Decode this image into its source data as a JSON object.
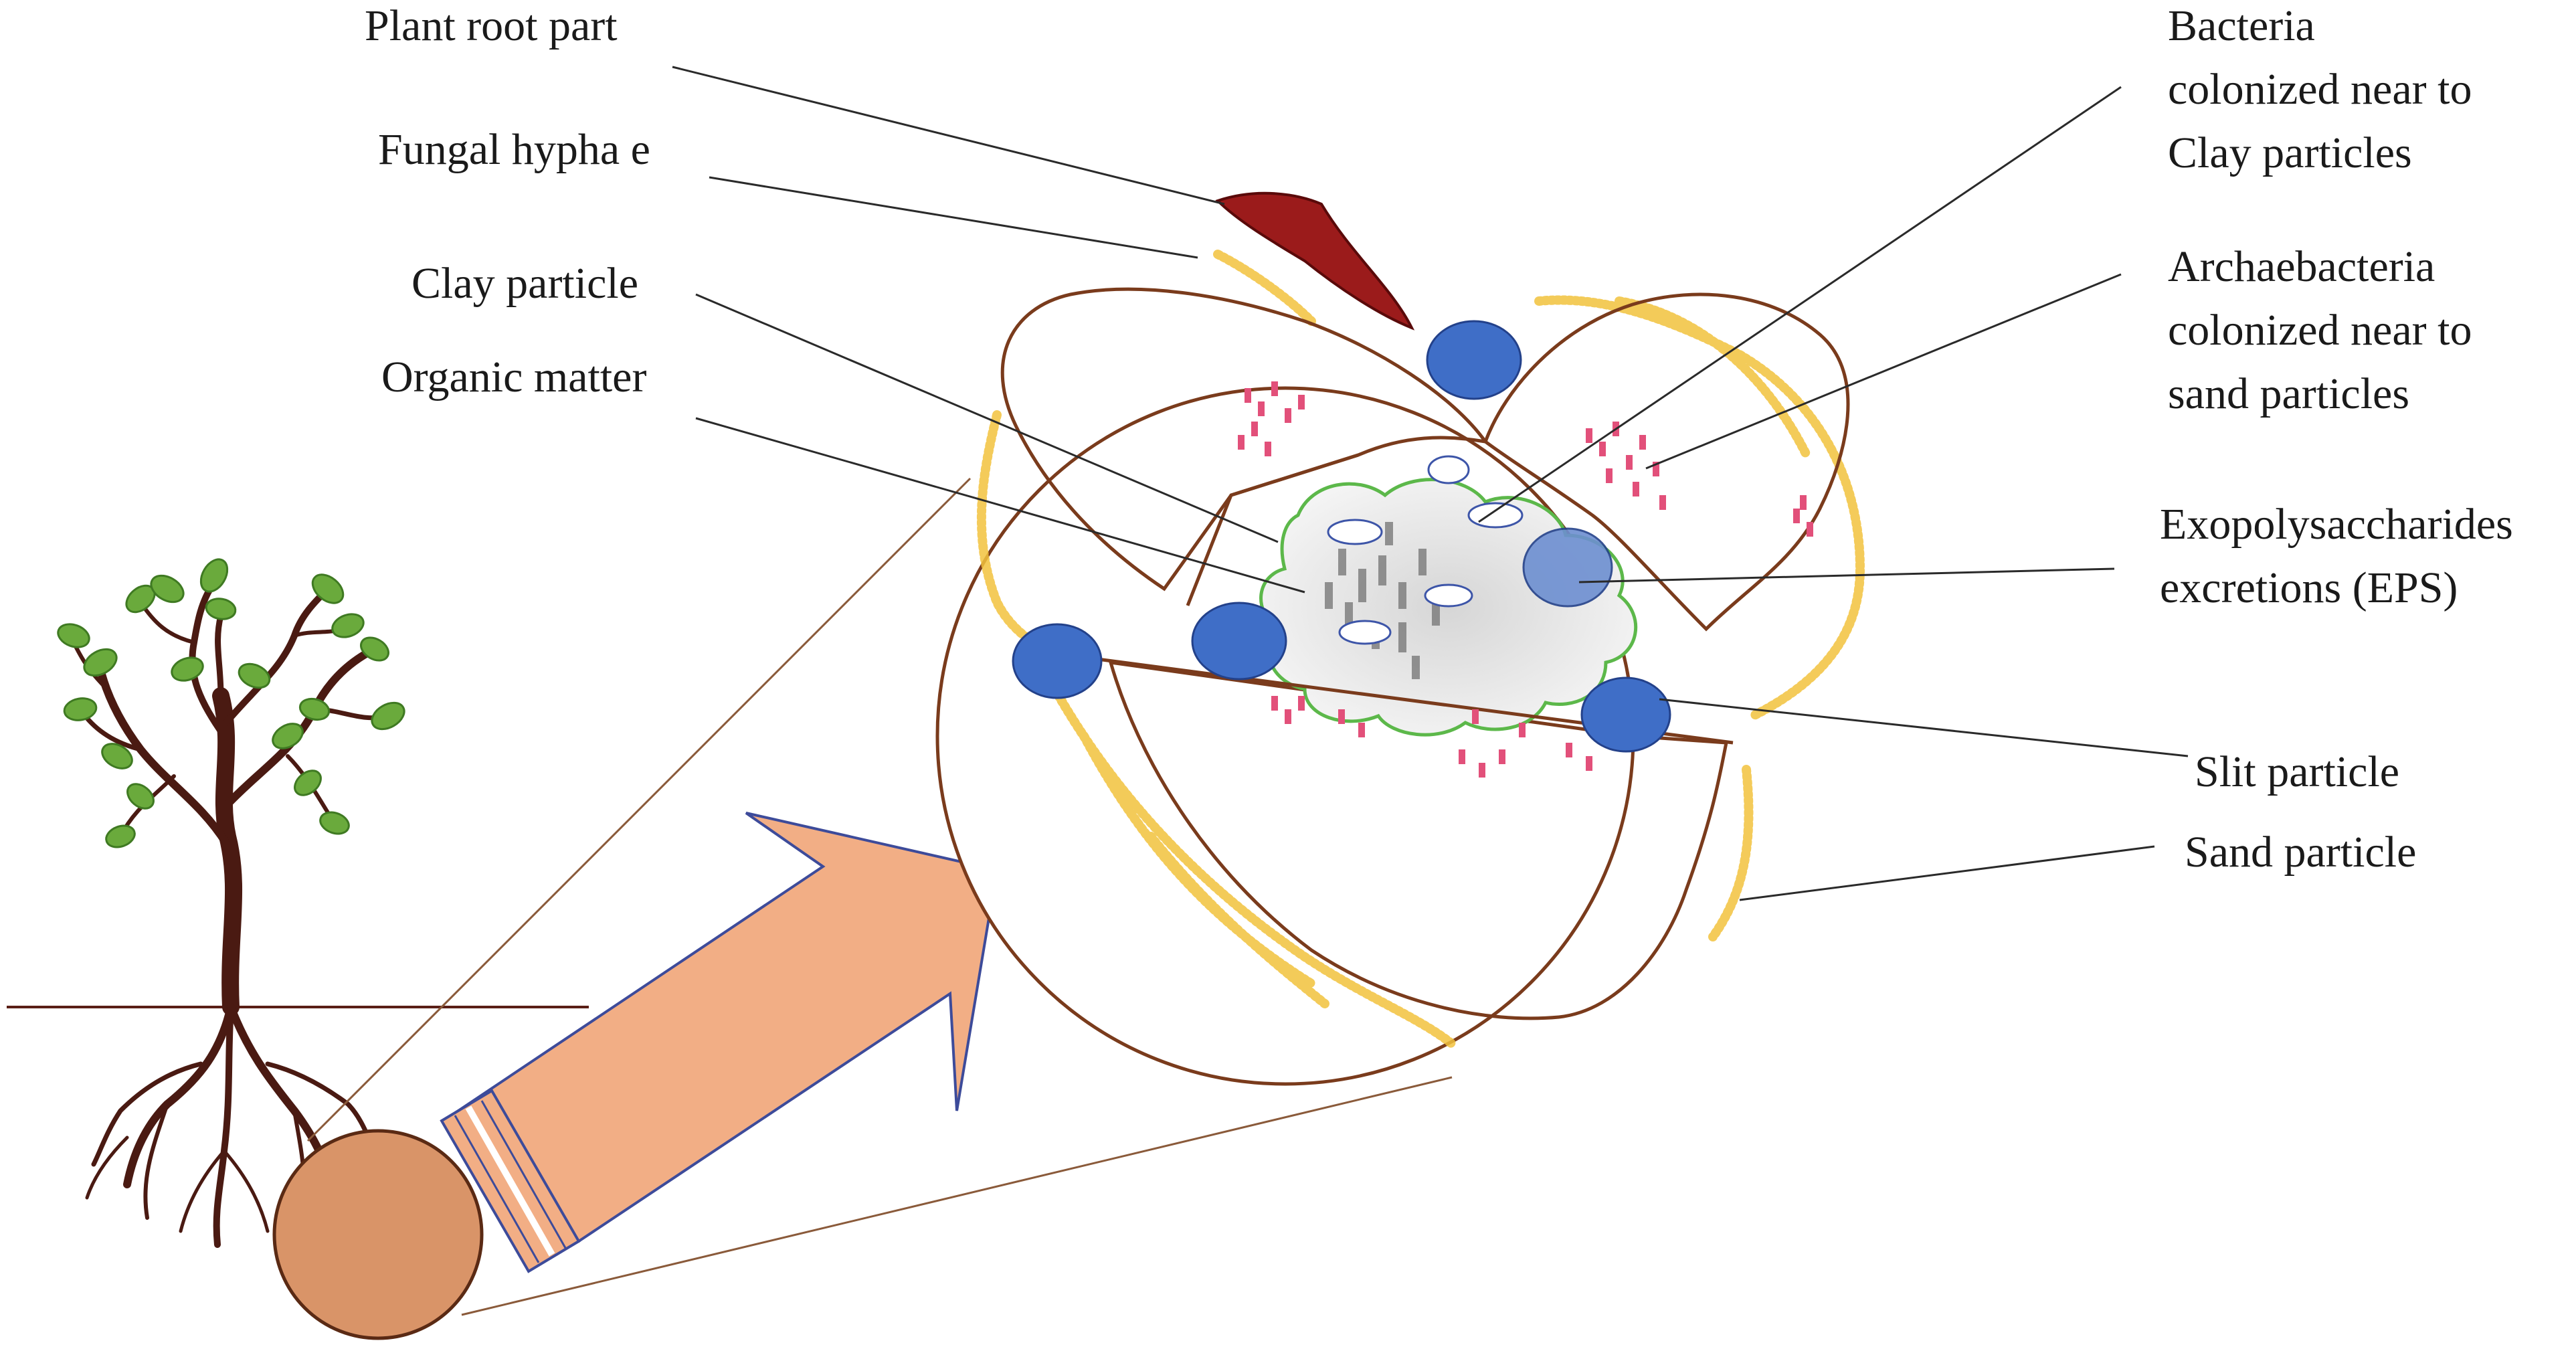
{
  "labels": {
    "plant_root_part": "Plant root part",
    "fungal_hyphae": "Fungal hypha e",
    "clay_particle": "Clay particle",
    "organic_matter": "Organic matter",
    "bacteria_clay": [
      "Bacteria",
      "colonized near to",
      "Clay particles"
    ],
    "archaebacteria_sand": [
      "Archaebacteria",
      "colonized near to",
      "sand particles"
    ],
    "eps": [
      "Exopolysaccharides",
      "excretions (EPS)"
    ],
    "slit_particle": "Slit particle",
    "sand_particle": "Sand particle"
  },
  "colors": {
    "outline": "#7a3b1c",
    "arrow_fill": "#f2ae85",
    "arrow_stroke": "#3d4b9a",
    "soil_ball": "#d99468",
    "blue_particle": "#3f6ec7",
    "hyphae": "#f2c23d",
    "root_part": "#9b1b1b",
    "bacteria": "#e2507a",
    "organic_outline": "#5cb84a",
    "tree_trunk": "#4a1a12",
    "leaf": "#6aaa3c"
  }
}
